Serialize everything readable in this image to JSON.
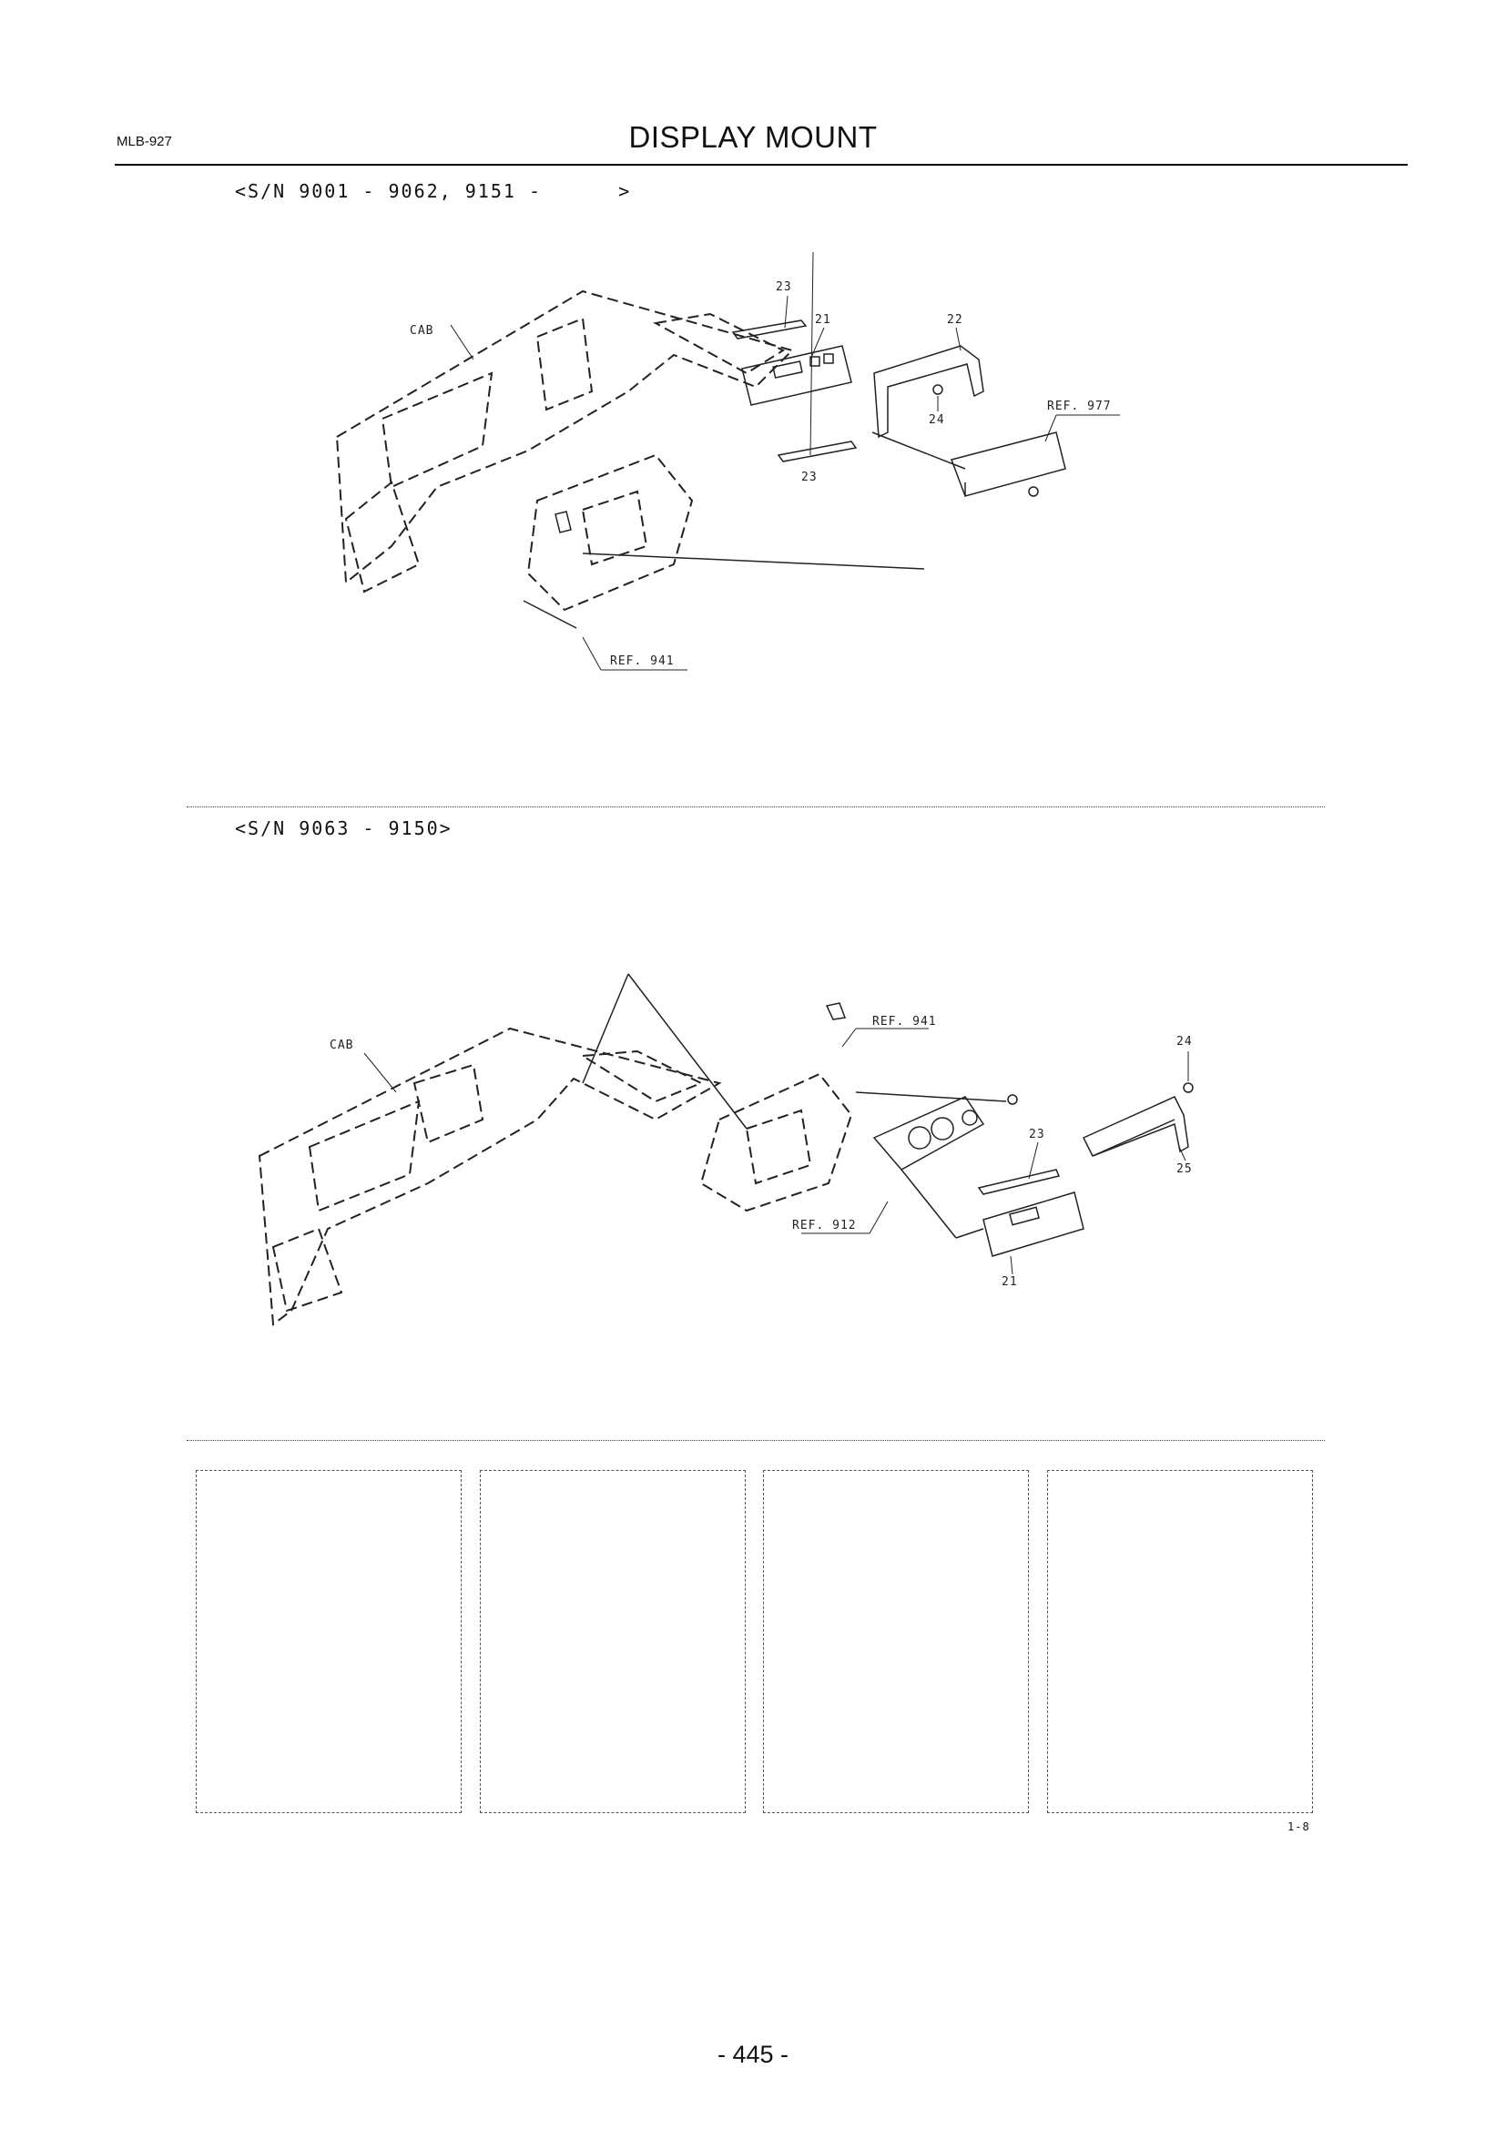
{
  "header": {
    "doc_code": "MLB-927",
    "title": "DISPLAY MOUNT"
  },
  "sections": [
    {
      "serial_range": "<S/N 9001 - 9062, 9151 -      >",
      "labels": {
        "cab": "CAB",
        "item_23_top": "23",
        "item_21": "21",
        "item_22": "22",
        "item_24": "24",
        "item_23_bottom": "23",
        "ref_977": "REF. 977",
        "ref_941": "REF. 941"
      }
    },
    {
      "serial_range": "<S/N 9063 - 9150>",
      "labels": {
        "cab": "CAB",
        "ref_941": "REF. 941",
        "item_24": "24",
        "item_23": "23",
        "item_25": "25",
        "ref_912": "REF. 912",
        "item_21": "21"
      }
    }
  ],
  "revision_boxes": 4,
  "revision_code": "1-8",
  "footer": {
    "page_number": "- 445 -"
  }
}
